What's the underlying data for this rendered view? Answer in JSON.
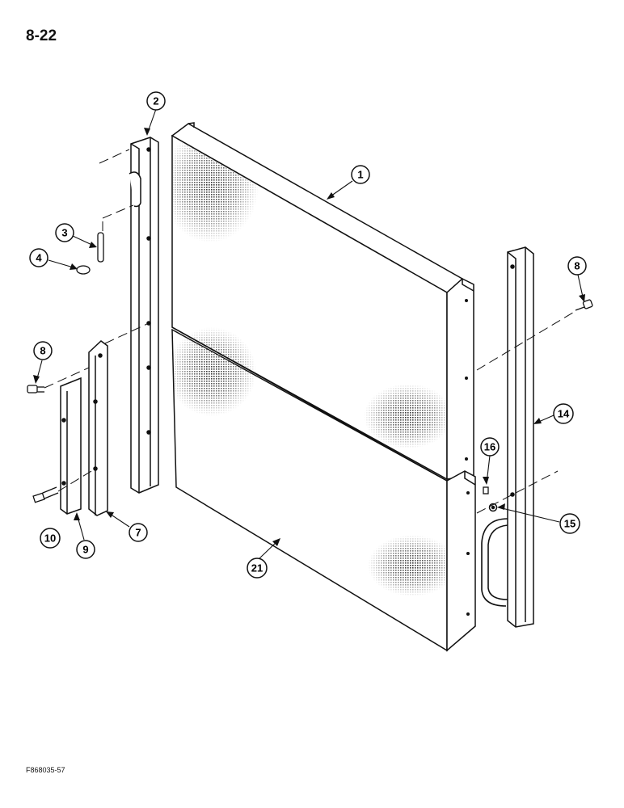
{
  "page_number": "8-22",
  "footer_code": "F868035-57",
  "callouts": [
    {
      "id": "c1",
      "label": "1"
    },
    {
      "id": "c2",
      "label": "2"
    },
    {
      "id": "c3",
      "label": "3"
    },
    {
      "id": "c4",
      "label": "4"
    },
    {
      "id": "c8a",
      "label": "8"
    },
    {
      "id": "c8b",
      "label": "8"
    },
    {
      "id": "c14",
      "label": "14"
    },
    {
      "id": "c16",
      "label": "16"
    },
    {
      "id": "c15",
      "label": "15"
    },
    {
      "id": "c10",
      "label": "10"
    },
    {
      "id": "c9",
      "label": "9"
    },
    {
      "id": "c7",
      "label": "7"
    },
    {
      "id": "c21",
      "label": "21"
    }
  ]
}
